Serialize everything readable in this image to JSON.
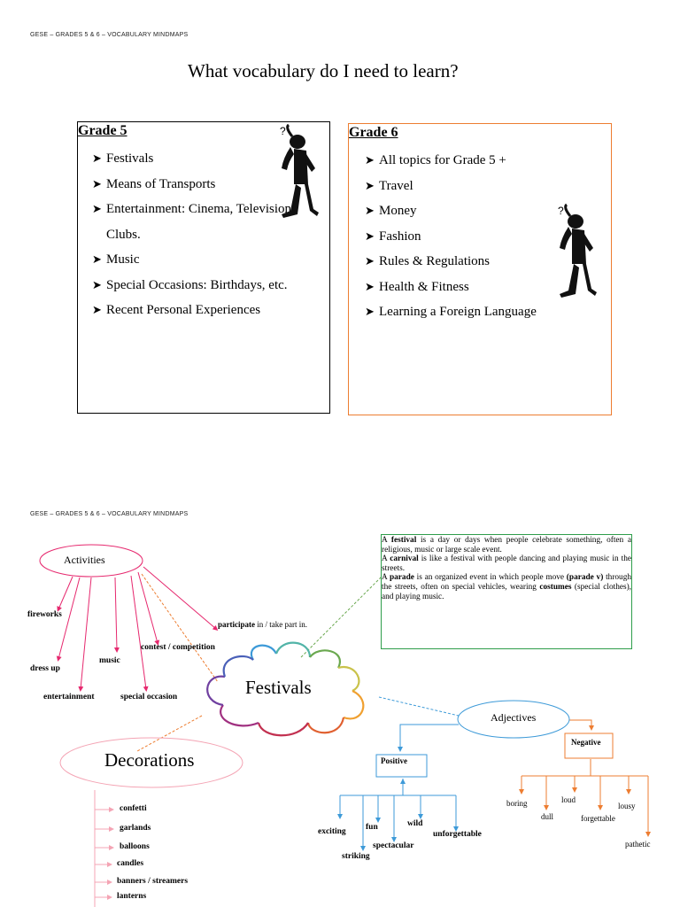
{
  "page1": {
    "header": "GESE – GRADES 5 & 6 – VOCABULARY MINDMAPS",
    "title": "What vocabulary do I need to learn?",
    "grade5": {
      "title": "Grade 5",
      "items": [
        "Festivals",
        "Means of Transports",
        "Entertainment: Cinema, Television,",
        "Music",
        "Special Occasions: Birthdays, etc.",
        "Recent Personal Experiences"
      ],
      "continuation": "Clubs."
    },
    "grade6": {
      "title": "Grade 6",
      "items": [
        "All topics for Grade 5 +",
        "Travel",
        "Money",
        "Fashion",
        "Rules & Regulations",
        "Health & Fitness",
        "Learning a Foreign Language"
      ]
    },
    "colors": {
      "grade5_border": "#000000",
      "grade6_border": "#ed7d31"
    },
    "icons": [
      "thinking-figure-icon",
      "bullet-arrow-icon"
    ]
  },
  "page2": {
    "header": "GESE – GRADES 5 & 6 – VOCABULARY MINDMAPS",
    "center": "Festivals",
    "activities": {
      "label": "Activities",
      "items": [
        "fireworks",
        "dress up",
        "entertainment",
        "music",
        "special occasion",
        "contest / competition"
      ],
      "participate_bold": "participate",
      "participate_rest": " in / take part in."
    },
    "definition": {
      "line1_pre": "A ",
      "line1_bold": "festival",
      "line1_post": " is a day or days when people celebrate something, often a religious, music or large scale event.",
      "line2_pre": "A ",
      "line2_bold": "carnival",
      "line2_post": " is like a festival with people dancing and playing music in the streets.",
      "line3_pre": "A ",
      "line3_bold": "parade",
      "line3_mid": " is an organized event in which people move ",
      "line3_bold2": "(parade v)",
      "line3_mid2": " through the streets, often on special vehicles, wearing ",
      "line3_bold3": "costumes",
      "line3_post": " (special clothes), and playing music."
    },
    "decorations": {
      "label": "Decorations",
      "items": [
        "confetti",
        "garlands",
        "balloons",
        "candles",
        "banners / streamers",
        "lanterns"
      ]
    },
    "adjectives": {
      "label": "Adjectives",
      "positive_label": "Positive",
      "positive": [
        "exciting",
        "striking",
        "fun",
        "spectacular",
        "wild",
        "unforgettable"
      ],
      "negative_label": "Negative",
      "negative": [
        "boring",
        "dull",
        "loud",
        "forgettable",
        "lousy",
        "pathetic"
      ]
    },
    "colors": {
      "activities": "#e6286e",
      "decorations": "#f4a4b4",
      "definition_border": "#2e9d4a",
      "adjectives": "#3d9ad8",
      "negative": "#ed7d31",
      "dashed_orange": "#ed7d31",
      "dashed_green": "#6aa84f"
    }
  }
}
